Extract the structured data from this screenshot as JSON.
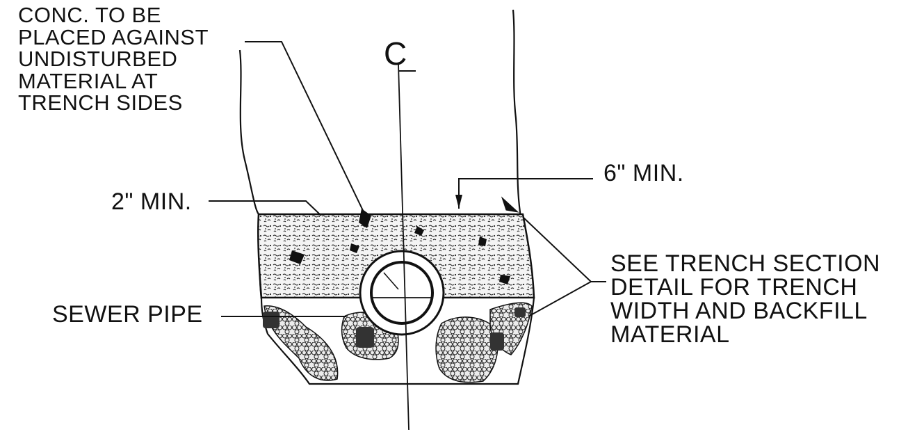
{
  "labels": {
    "concrete_note": [
      "CONC. TO BE",
      "PLACED AGAINST",
      "UNDISTURBED",
      "MATERIAL AT",
      "TRENCH SIDES"
    ],
    "min_2in": "2\" MIN.",
    "min_6in": "6\" MIN.",
    "sewer_pipe": "SEWER PIPE",
    "trench_note": [
      "SEE TRENCH SECTION",
      "DETAIL FOR TRENCH",
      "WIDTH AND BACKFILL",
      "MATERIAL"
    ],
    "centerline_symbol": "C"
  },
  "colors": {
    "ink": "#111111",
    "concrete_fill": "#f4f4f4",
    "gravel_fill": "#e6e6e6"
  }
}
